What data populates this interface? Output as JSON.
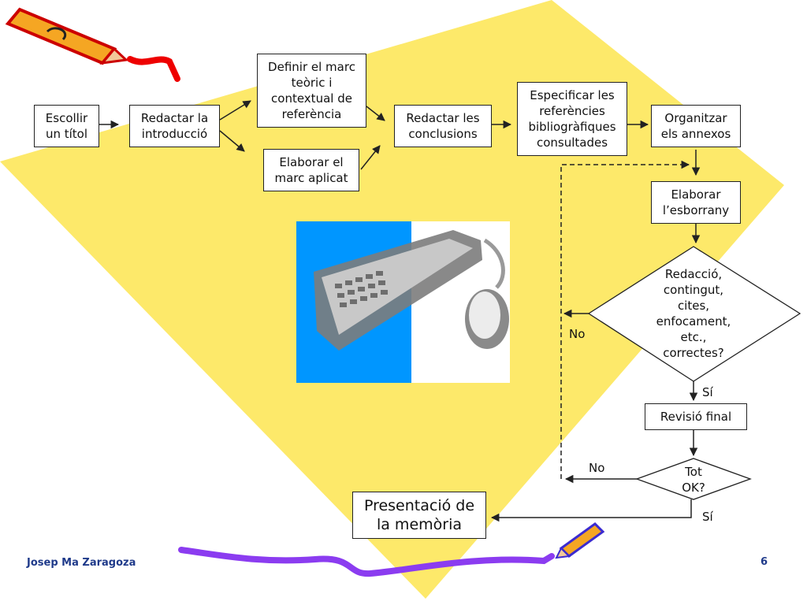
{
  "colors": {
    "background_shape": "#fde96a",
    "line": "#222222",
    "footer_text": "#1f3a8a",
    "purple_stroke": "#8b3cf0"
  },
  "icons": [
    "pencil-icon",
    "keyboard-mouse-picture"
  ],
  "nodes": {
    "escollir": "Escollir\nun títol",
    "redactar_intro": "Redactar la\nintroducció",
    "definir_marc": "Definir el marc\nteòric i\ncontextual de\nreferència",
    "elaborar_marc": "Elaborar el\nmarc aplicat",
    "redactar_concl": "Redactar les\nconclusions",
    "especificar": "Especificar les\nreferències\nbibliogràfiques\nconsultades",
    "organitzar": "Organitzar\nels annexos",
    "esborrany": "Elaborar\nl’esborrany",
    "decision1": "Redacció,\ncontingut,\ncites,\nenfocament,\netc.,\ncorrectes?",
    "revisio": "Revisió final",
    "decision2": "Tot\nOK?",
    "presentacio": "Presentació de\nla memòria"
  },
  "labels": {
    "no1": "No",
    "si1": "Sí",
    "no2": "No",
    "si2": "Sí"
  },
  "footer": {
    "author": "Josep Ma Zaragoza",
    "page": "6"
  }
}
